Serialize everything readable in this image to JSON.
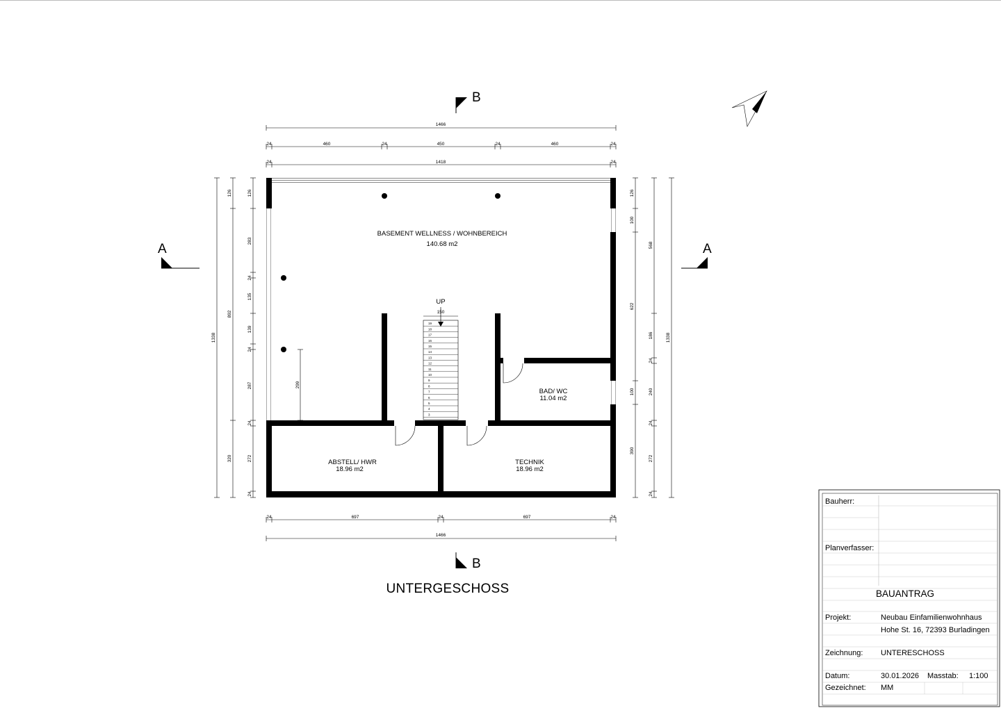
{
  "plan": {
    "title": "UNTERGESCHOSS",
    "section_a": "A",
    "section_b": "B",
    "rooms": [
      {
        "name": "BASEMENT WELLNESS / WOHNBEREICH",
        "area": "140.68 m2"
      },
      {
        "name": "BAD/ WC",
        "area": "11.04 m2"
      },
      {
        "name": "ABSTELL/ HWR",
        "area": "18.96 m2"
      },
      {
        "name": "TECHNIK",
        "area": "18.96 m2"
      }
    ],
    "stair": {
      "label": "UP",
      "width": "150",
      "steps": [
        "19",
        "18",
        "17",
        "16",
        "15",
        "14",
        "13",
        "12",
        "11",
        "10",
        "9",
        "8",
        "7",
        "6",
        "5",
        "4",
        "3"
      ]
    },
    "dimensions": {
      "top_total": "1466",
      "top_segments": [
        "24",
        "460",
        "24",
        "450",
        "24",
        "460",
        "24"
      ],
      "top_inner": [
        "24",
        "1418",
        "24"
      ],
      "bottom_segments": [
        "24",
        "697",
        "24",
        "697",
        "24"
      ],
      "bottom_total": "1466",
      "left_outer": "1338",
      "left_mid": [
        "126",
        "892",
        "320"
      ],
      "left_inner": [
        "126",
        "283",
        "24",
        "135",
        "139",
        "24",
        "287",
        "24",
        "272",
        "24"
      ],
      "left_extra": "299",
      "right_inner": [
        "126",
        "100",
        "622",
        "100",
        "390"
      ],
      "right_mid": [
        "568",
        "186",
        "24",
        "240",
        "24",
        "272",
        "24"
      ],
      "right_outer": "1338"
    }
  },
  "title_block": {
    "bauherr_label": "Bauherr:",
    "planverfasser_label": "Planverfasser:",
    "heading": "BAUANTRAG",
    "projekt_label": "Projekt:",
    "projekt_line1": "Neubau Einfamilienwohnhaus",
    "projekt_line2": "Hohe St. 16, 72393 Burladingen",
    "zeichnung_label": "Zeichnung:",
    "zeichnung_value": "UNTERESCHOSS",
    "datum_label": "Datum:",
    "datum_value": "30.01.2026",
    "masstab_label": "Masstab:",
    "masstab_value": "1:100",
    "gezeichnet_label": "Gezeichnet:",
    "gezeichnet_value": "MM"
  },
  "icons": [
    "north-arrow-icon",
    "section-marker-icon"
  ]
}
